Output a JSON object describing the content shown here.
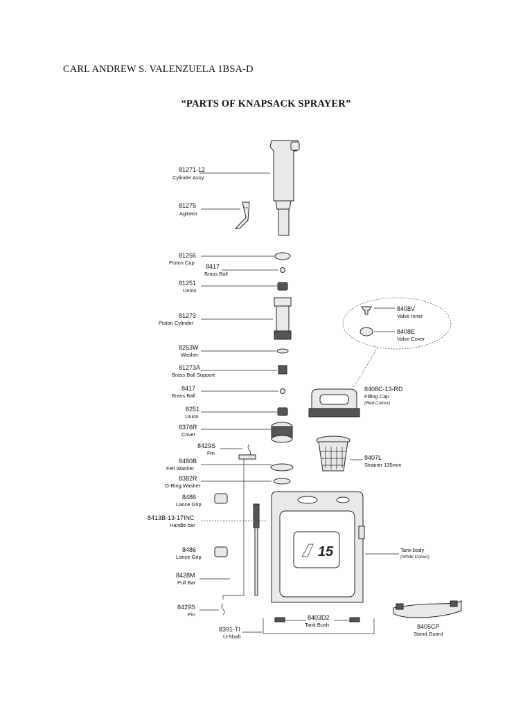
{
  "document": {
    "author_line": "CARL ANDREW S. VALENZUELA  1BSA-D",
    "title": "“PARTS OF KNAPSACK SPRAYER”"
  },
  "parts": [
    {
      "code": "81271-12",
      "name": "Cylinder Assy"
    },
    {
      "code": "81275",
      "name": "Agitator"
    },
    {
      "code": "81256",
      "name": "Piston Cap"
    },
    {
      "code": "8417",
      "name": "Brass Ball"
    },
    {
      "code": "81251",
      "name": "Union"
    },
    {
      "code": "81273",
      "name": "Piston Cylinder"
    },
    {
      "code": "8253W",
      "name": "Washer"
    },
    {
      "code": "81273A",
      "name": "Brass Ball  Support"
    },
    {
      "code": "8417",
      "name": "Brass Ball"
    },
    {
      "code": "8251",
      "name": "Union"
    },
    {
      "code": "8376R",
      "name": "Cover"
    },
    {
      "code": "8429S",
      "name": "Pin"
    },
    {
      "code": "8480B",
      "name": "Felt Washer"
    },
    {
      "code": "8382R",
      "name": "O-Ring Washer"
    },
    {
      "code": "8486",
      "name": "Lance Grip"
    },
    {
      "code": "8413B-13-17INC",
      "name": "Handle bar"
    },
    {
      "code": "8486",
      "name": "Lance Grip"
    },
    {
      "code": "8428M",
      "name": "Pull Bar"
    },
    {
      "code": "8429S",
      "name": "Pin"
    },
    {
      "code": "8391-TI",
      "name": "U-Shaft"
    }
  ],
  "right_parts": [
    {
      "code": "8408V",
      "name": "Valve Inner"
    },
    {
      "code": "8408E",
      "name": "Valve Cover"
    },
    {
      "code": "8408C-13-RD",
      "name": "Filling Cap",
      "note": "(Red Colour)"
    },
    {
      "code": "8407L",
      "name": "Strainer 135mm"
    },
    {
      "code": "Tank body",
      "name": "(White Colour)"
    },
    {
      "code": "8403D2",
      "name": "Tank Bush"
    },
    {
      "code": "8405CP",
      "name": "Stand Guard"
    }
  ],
  "tank_logo": "15"
}
